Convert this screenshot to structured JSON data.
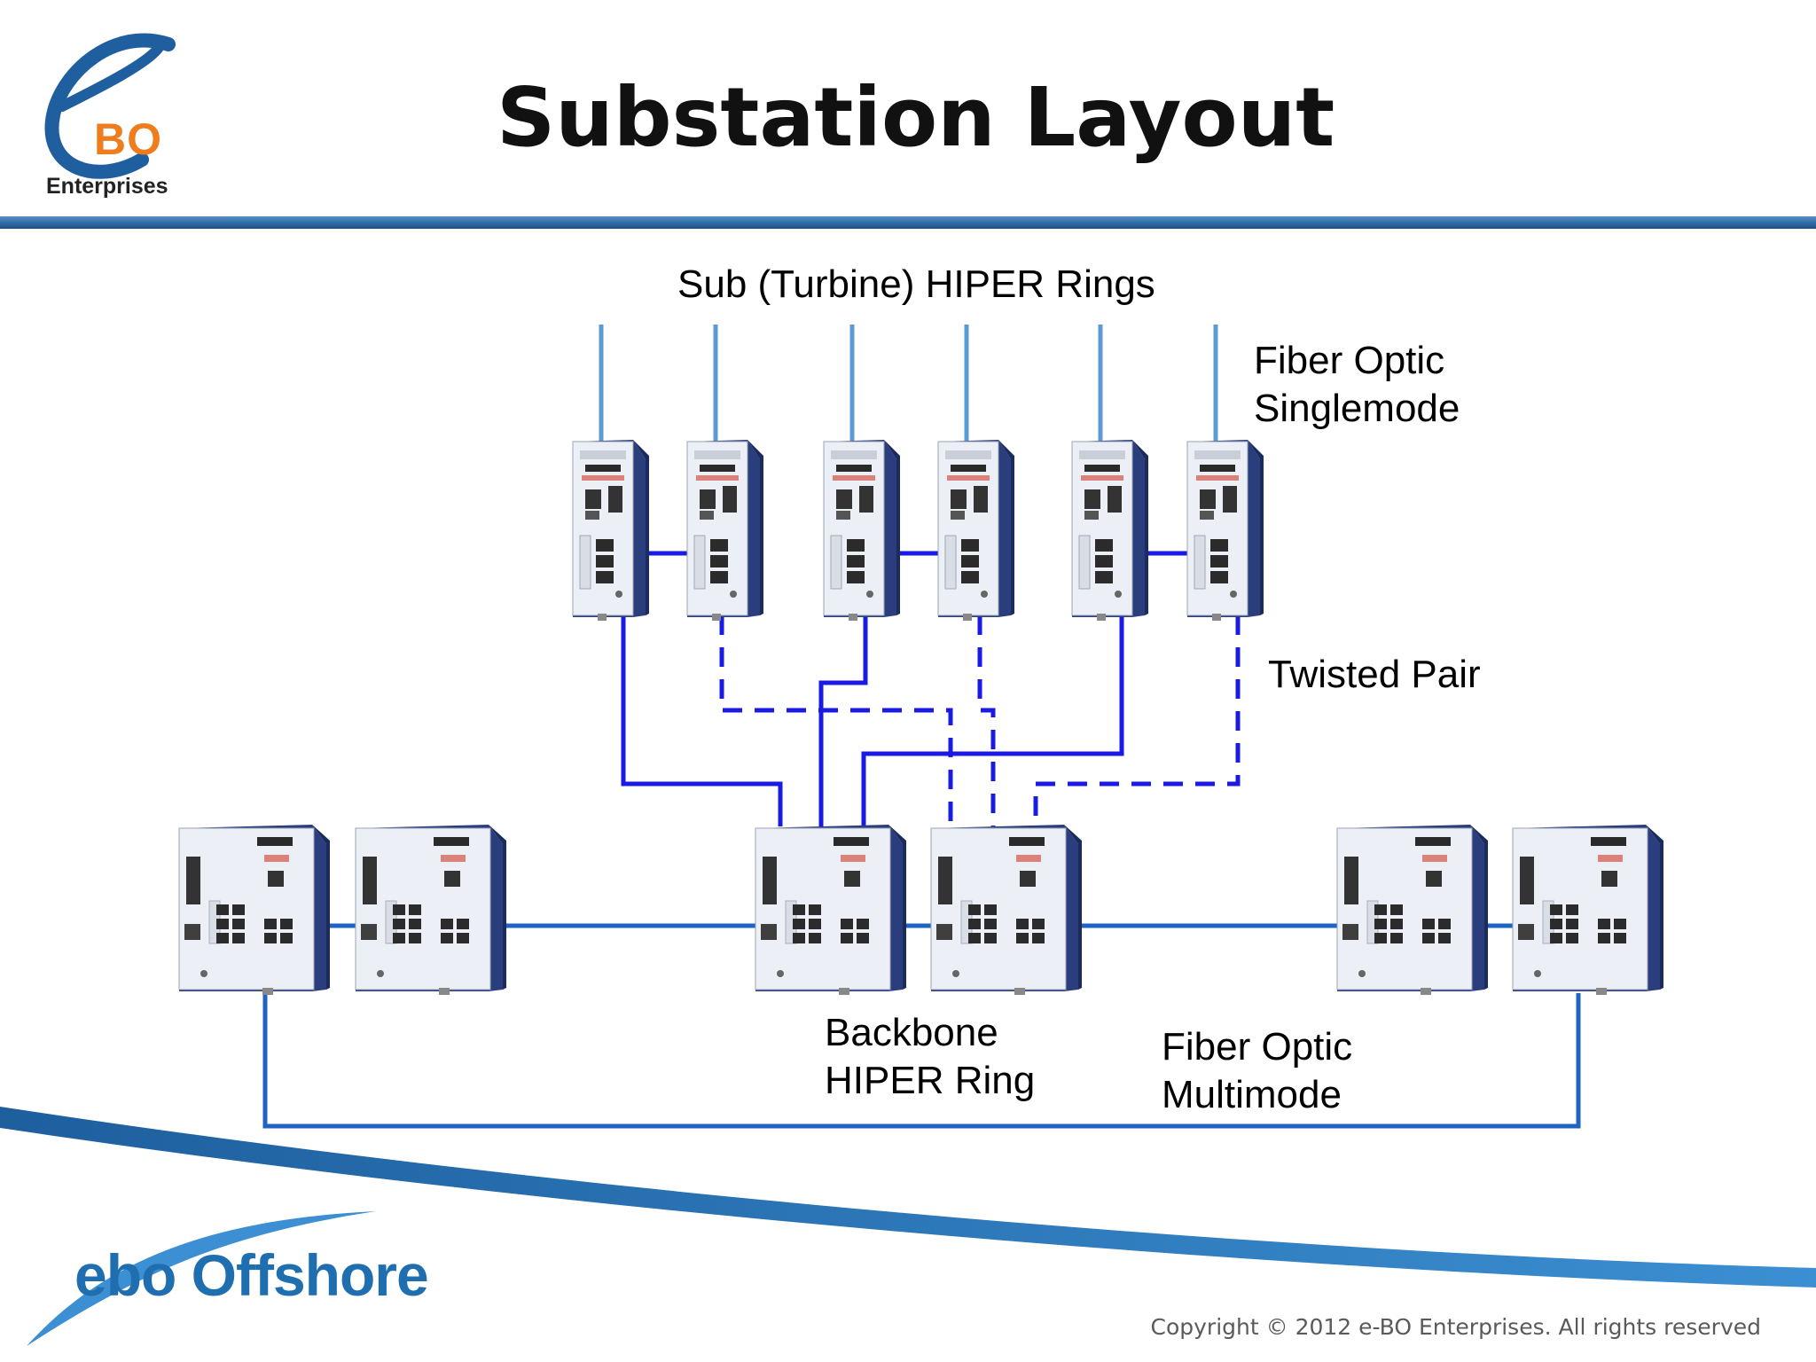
{
  "slide": {
    "title": "Substation Layout",
    "logo": {
      "top_letters": "BO",
      "company": "Enterprises"
    },
    "footer_logo": "ebo Offshore",
    "copyright": "Copyright © 2012 e-BO Enterprises. All rights reserved"
  },
  "labels": {
    "sub_rings": "Sub (Turbine) HIPER Rings",
    "fiber_single_1": "Fiber Optic",
    "fiber_single_2": "Singlemode",
    "twisted_pair": "Twisted Pair",
    "backbone_1": "Backbone",
    "backbone_2": "HIPER Ring",
    "fiber_multi_1": "Fiber Optic",
    "fiber_multi_2": "Multimode"
  },
  "colors": {
    "header_rule": "#2f6ea8",
    "fiber_line": "#5b9bd5",
    "twisted_pair_line": "#1a1ae6",
    "backbone_line": "#1f63c4",
    "device_body": "#eef1f6",
    "device_side": "#273a7a",
    "swoosh": "#2a7ac0",
    "brand_orange": "#ef7d1e"
  }
}
